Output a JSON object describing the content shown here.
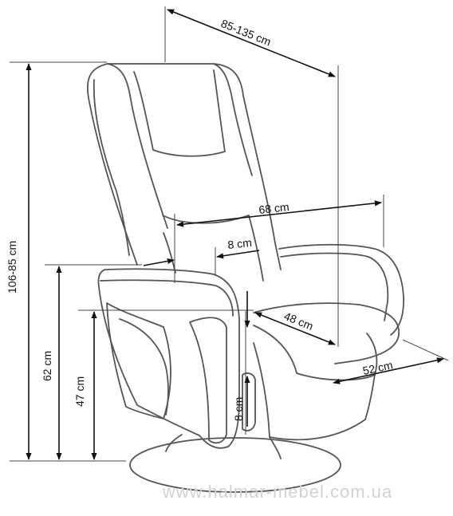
{
  "dimensions": {
    "depth_range": "85-135 cm",
    "seat_width": "68 cm",
    "armrest_width": "8 cm",
    "seat_depth": "48 cm",
    "side_depth": "52 cm",
    "total_height": "106-85 cm",
    "armrest_height": "62 cm",
    "seat_height": "47 cm",
    "lever_size": "8 cm"
  },
  "watermark": "www.halmar-mebel.com.ua",
  "colors": {
    "outline": "#555555",
    "dimension_line": "#111111",
    "watermark": "#d2d2d2",
    "background": "#ffffff"
  }
}
